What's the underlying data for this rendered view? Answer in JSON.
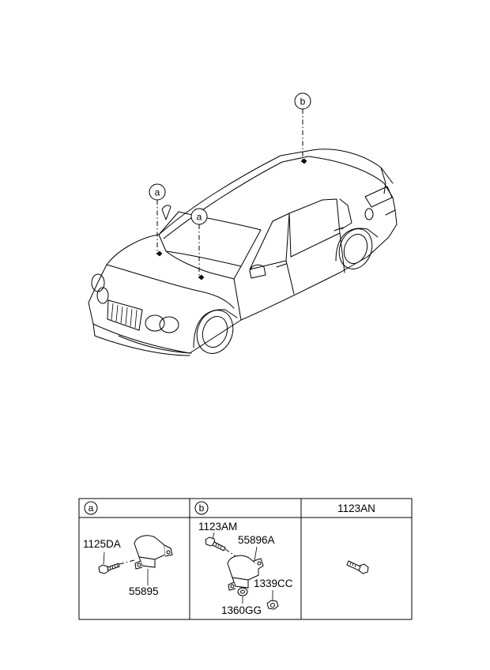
{
  "callouts": {
    "a": "a",
    "b": "b"
  },
  "table": {
    "headers": [
      "a",
      "b",
      "1123AN"
    ],
    "cell_a": {
      "parts": [
        "1125DA",
        "55895"
      ]
    },
    "cell_b": {
      "parts": [
        "1123AM",
        "55896A",
        "1339CC",
        "1360GG"
      ]
    }
  }
}
